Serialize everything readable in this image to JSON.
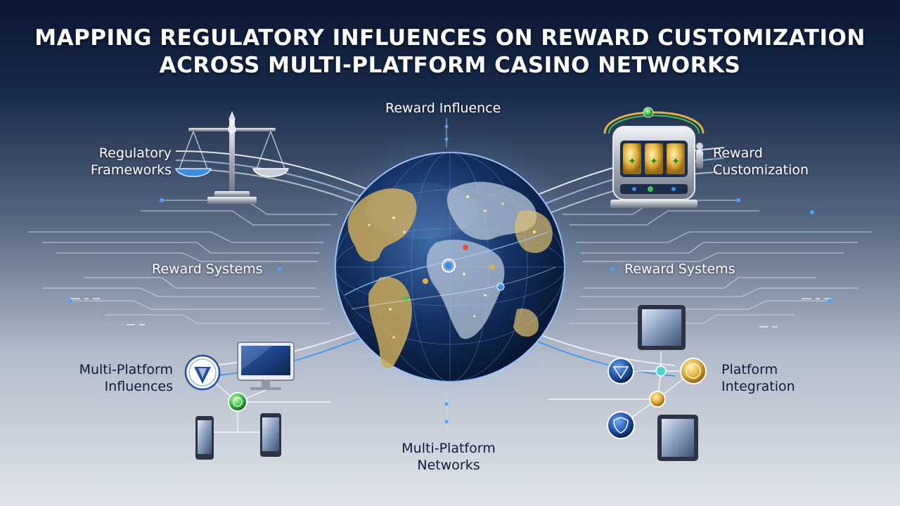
{
  "title": {
    "line1": "MAPPING REGULATORY INFLUENCES ON REWARD CUSTOMIZATION",
    "line2": "ACROSS MULTI-PLATFORM CASINO NETWORKS"
  },
  "labels": {
    "reward_influence": "Reward Influence",
    "regulatory_line1": "Regulatory",
    "regulatory_line2": "Frameworks",
    "reward_custom_line1": "Reward",
    "reward_custom_line2": "Customization",
    "reward_systems_left": "Reward Systems",
    "reward_systems_right": "Reward Systems",
    "multi_influences_line1": "Multi-Platform",
    "multi_influences_line2": "Influences",
    "platform_integration_line1": "Platform",
    "platform_integration_line2": "Integration",
    "multi_networks_line1": "Multi-Platform",
    "multi_networks_line2": "Networks"
  },
  "icons": {
    "scales": "balance-scale-icon",
    "slot_machine": "slot-machine-icon",
    "globe": "globe-icon",
    "monitor": "monitor-icon",
    "phones": "smartphone-icon",
    "tablets": "tablet-icon",
    "nodes": "network-node-icon"
  },
  "colors": {
    "background_top": "#0b1733",
    "background_bottom": "#e0e4ea",
    "accent_blue": "#3a8ee6",
    "accent_gold": "#e0b040",
    "accent_green": "#3ec24a"
  }
}
